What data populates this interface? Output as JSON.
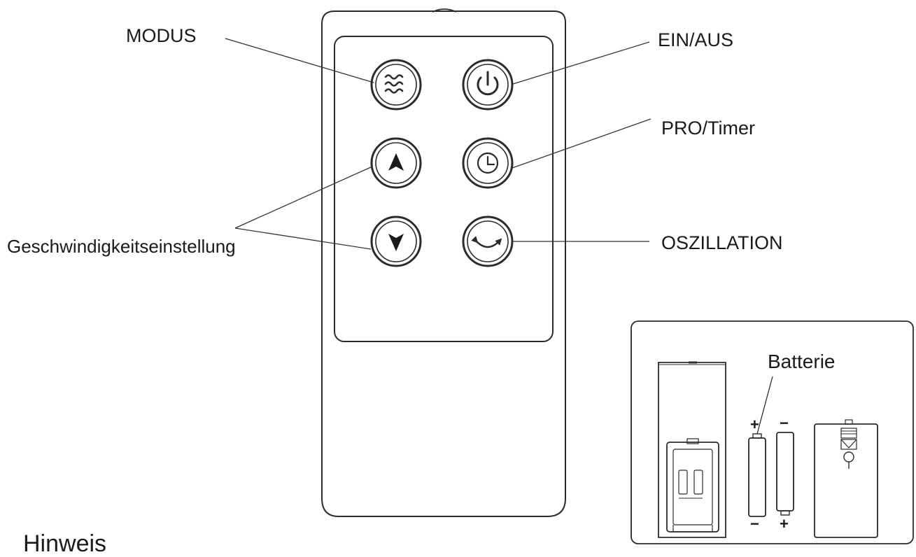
{
  "labels": {
    "modus": "MODUS",
    "ein_aus": "EIN/AUS",
    "pro_timer": "PRO/Timer",
    "speed": "Geschwindigkeitseinstellung",
    "oszillation": "OSZILLATION",
    "batterie": "Batterie",
    "hinweis": "Hinweis"
  },
  "icons": {
    "modus": "wave-icon",
    "ein_aus": "power-icon",
    "up": "arrow-up-icon",
    "pro_timer": "clock-icon",
    "down": "arrow-down-icon",
    "oszillation": "oscillation-arrow-icon"
  },
  "colors": {
    "stroke": "#2b2b2b",
    "text": "#1a1a1a"
  }
}
